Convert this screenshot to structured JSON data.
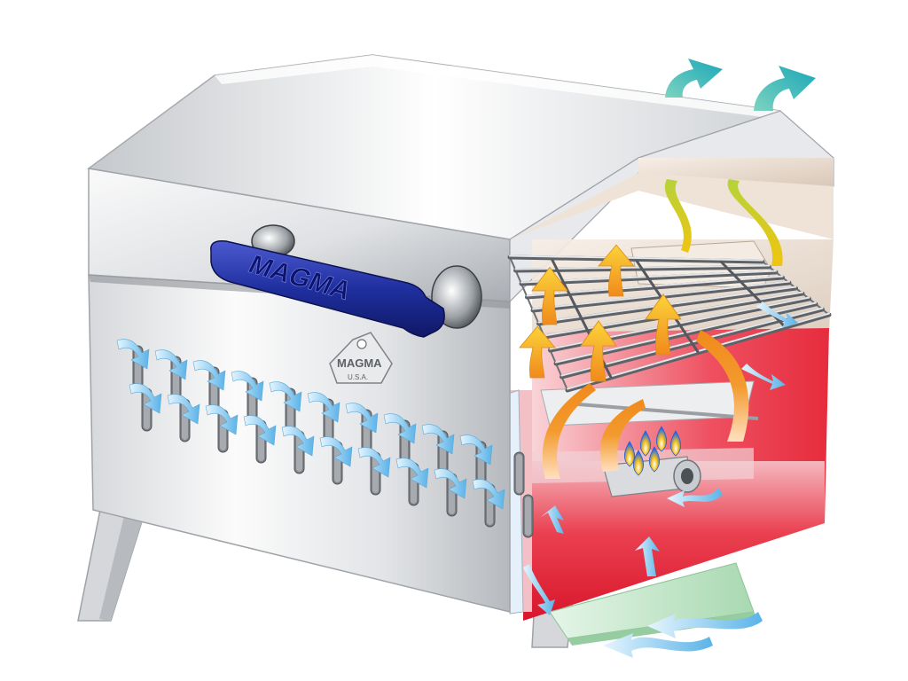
{
  "diagram": {
    "handle_brand": "MAGMA",
    "tag_brand": "MAGMA",
    "tag_sub": "U.S.A."
  },
  "colors": {
    "steel_light": "#f4f5f6",
    "steel_mid": "#c9ccd0",
    "steel_dark": "#8d9196",
    "handle_blue": "#1f2f9e",
    "firebox_red": "#e8283a",
    "firebox_pink": "#f7c6cc",
    "hot_yellow": "#f7c21b",
    "hot_orange": "#f08a1c",
    "cool_blue": "#7fc6ec",
    "exhaust_teal": "#1aa7b8",
    "fume_yellow_green": "#cfd82a",
    "tray_green": "#bfe3c4"
  },
  "icons": [
    "up-arrow-icon",
    "curved-arrow-icon",
    "flame-icon",
    "exhaust-arrow-icon"
  ]
}
